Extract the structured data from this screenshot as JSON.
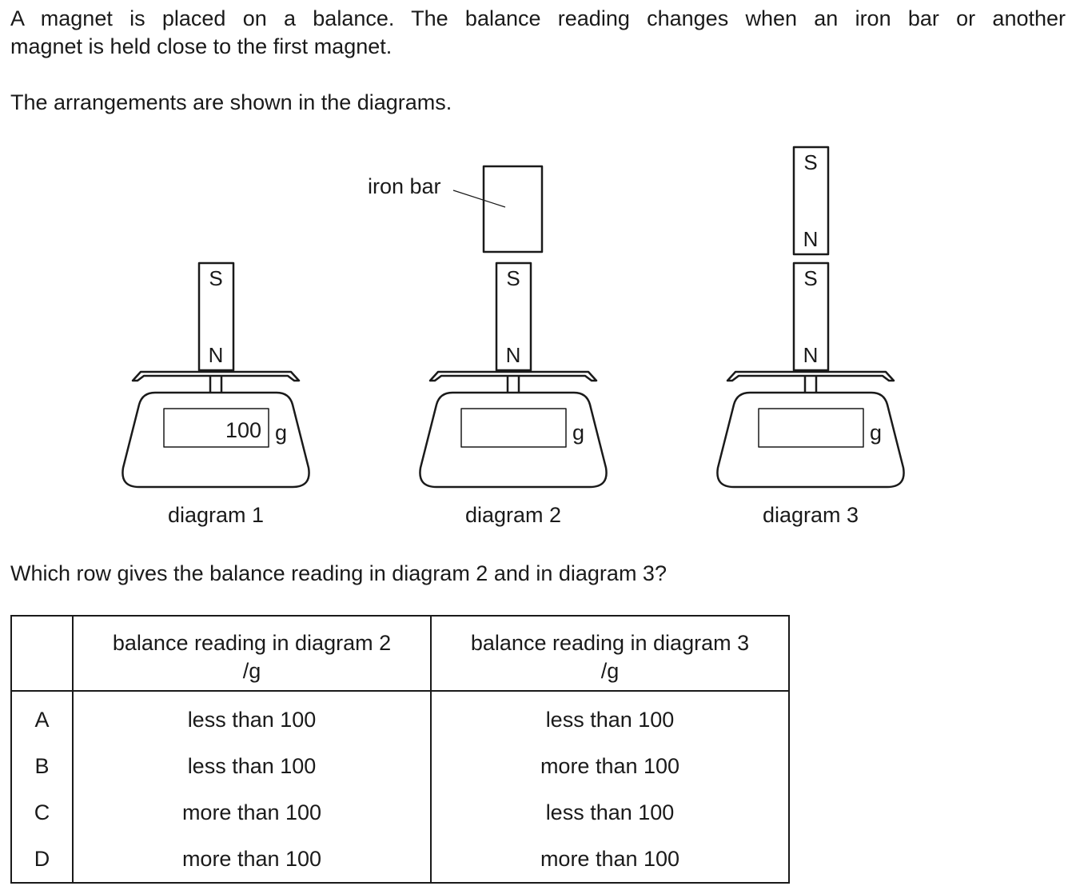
{
  "intro": {
    "line1": "A magnet is placed on a balance. The balance reading changes when an iron bar or another",
    "line2": "magnet is held close to the first magnet.",
    "arrangements": "The arrangements are shown in the diagrams."
  },
  "diagrams": {
    "iron_bar_label": "iron bar",
    "pole_s": "S",
    "pole_n": "N",
    "unit": "g",
    "diagram1": {
      "caption": "diagram 1",
      "reading": "100"
    },
    "diagram2": {
      "caption": "diagram 2",
      "reading": ""
    },
    "diagram3": {
      "caption": "diagram 3",
      "reading": ""
    }
  },
  "question": "Which row gives the balance reading in diagram 2 and in diagram 3?",
  "table": {
    "col1_line1": "balance reading in diagram 2",
    "col1_line2": "/g",
    "col2_line1": "balance reading in diagram 3",
    "col2_line2": "/g",
    "rows": [
      {
        "label": "A",
        "d2": "less than 100",
        "d3": "less than 100"
      },
      {
        "label": "B",
        "d2": "less than 100",
        "d3": "more than 100"
      },
      {
        "label": "C",
        "d2": "more than 100",
        "d3": "less than 100"
      },
      {
        "label": "D",
        "d2": "more than 100",
        "d3": "more than 100"
      }
    ]
  }
}
